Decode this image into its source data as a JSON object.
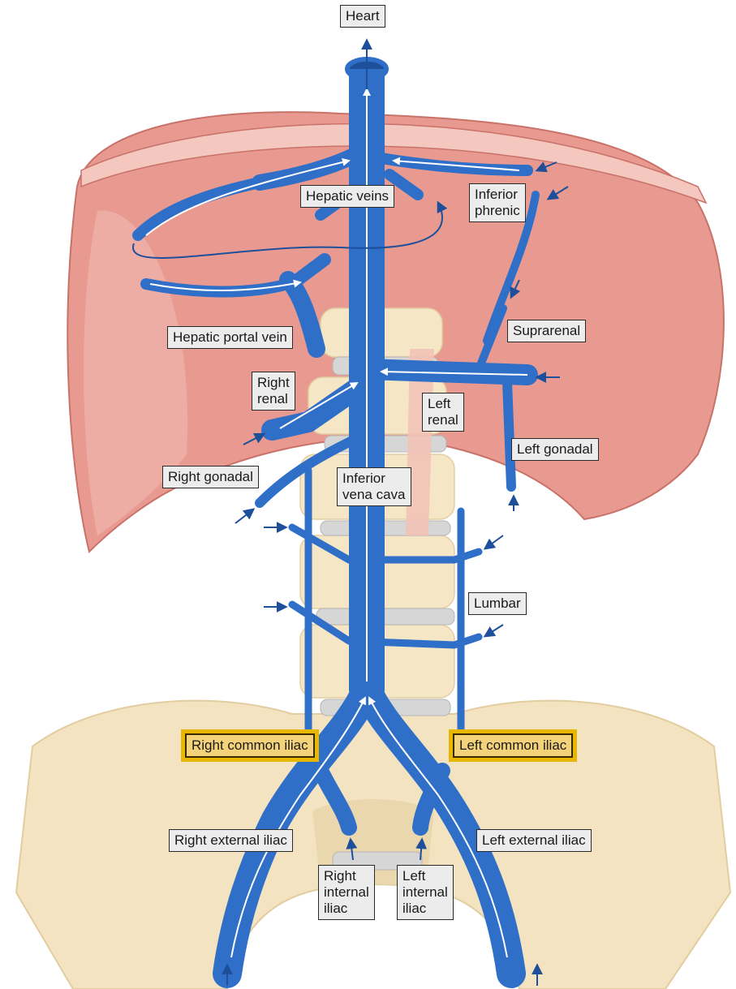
{
  "labels": {
    "heart": "Heart",
    "hepatic_veins": "Hepatic veins",
    "inferior_phrenic": "Inferior\nphrenic",
    "hepatic_portal_vein": "Hepatic portal vein",
    "suprarenal": "Suprarenal",
    "right_renal": "Right\nrenal",
    "left_renal": "Left\nrenal",
    "left_gonadal": "Left gonadal",
    "right_gonadal": "Right gonadal",
    "inferior_vena_cava": "Inferior\nvena cava",
    "lumbar": "Lumbar",
    "right_common_iliac": "Right common iliac",
    "left_common_iliac": "Left common iliac",
    "right_external_iliac": "Right external iliac",
    "left_external_iliac": "Left external iliac",
    "right_internal_iliac": "Right\ninternal\niliac",
    "left_internal_iliac": "Left\ninternal\niliac"
  },
  "highlighted": [
    "right_common_iliac",
    "left_common_iliac"
  ],
  "colors": {
    "vein": "#2f6fc8",
    "vein_dark": "#1d4f9a",
    "liver": "#e89a90",
    "liver_dark": "#c9726a",
    "bone": "#f3e3c0",
    "highlight": "#e8b800",
    "label_bg": "#ececec"
  }
}
